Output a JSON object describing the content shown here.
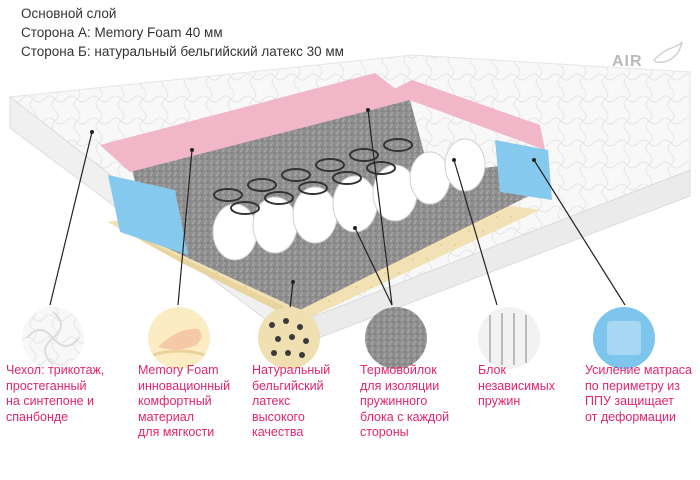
{
  "header": {
    "line1": "Основной слой",
    "line2": "Сторона А: Memory Foam 40 мм",
    "line3": "Сторона Б: натуральный бельгийский латекс 30 мм"
  },
  "brand": {
    "logo": "AIR"
  },
  "features": [
    {
      "icon": "quilted-fabric-icon",
      "lines": [
        "Чехол: трикотаж,",
        "простеганный",
        "на синтепоне и",
        "спанбонде"
      ]
    },
    {
      "icon": "memory-foam-hand-icon",
      "lines": [
        "Memory Foam",
        "инновационный",
        "комфортный",
        "материал",
        "для мягкости"
      ]
    },
    {
      "icon": "latex-icon",
      "lines": [
        "Натуральный",
        "бельгийский",
        "латекс",
        "высокого",
        "качества"
      ]
    },
    {
      "icon": "thermal-felt-icon",
      "lines": [
        "Термовойлок",
        "для изоляции",
        "пружинного",
        "блока с каждой",
        "стороны"
      ]
    },
    {
      "icon": "pocket-springs-icon",
      "lines": [
        "Блок",
        "независимых",
        "пружин"
      ]
    },
    {
      "icon": "foam-edge-icon",
      "lines": [
        "Усиление матраса",
        "по периметру из",
        "ППУ защищает",
        "от деформации"
      ]
    }
  ],
  "colors": {
    "accent": "#e2256d",
    "memory_foam": "#f2b6c9",
    "ppu_edge": "#7fc6ee",
    "latex": "#f1e1b5",
    "felt": "#8f8f8f",
    "cover": "#f7f7f7"
  }
}
